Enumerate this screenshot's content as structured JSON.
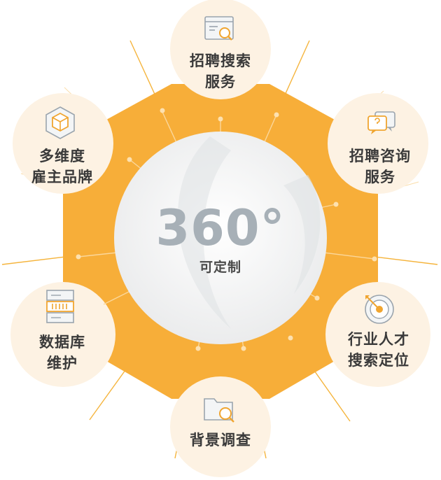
{
  "center": {
    "value": "360°",
    "caption": "可定制"
  },
  "services": [
    {
      "id": "search",
      "line1": "招聘搜索",
      "line2": "服务",
      "icon": "search-window-icon"
    },
    {
      "id": "consult",
      "line1": "招聘咨询",
      "line2": "服务",
      "icon": "chat-bubbles-icon"
    },
    {
      "id": "target",
      "line1": "行业人才",
      "line2": "搜索定位",
      "icon": "target-arrow-icon"
    },
    {
      "id": "background",
      "line1": "背景调查",
      "line2": "",
      "icon": "folder-search-icon"
    },
    {
      "id": "database",
      "line1": "数据库",
      "line2": "维护",
      "icon": "server-icon"
    },
    {
      "id": "brand",
      "line1": "多维度",
      "line2": "雇主品牌",
      "icon": "cube-icon"
    }
  ],
  "colors": {
    "accent": "#f7ae39",
    "bubble": "#fdf2e3",
    "line": "#f5b43c",
    "center_text": "#a7b0b7"
  }
}
